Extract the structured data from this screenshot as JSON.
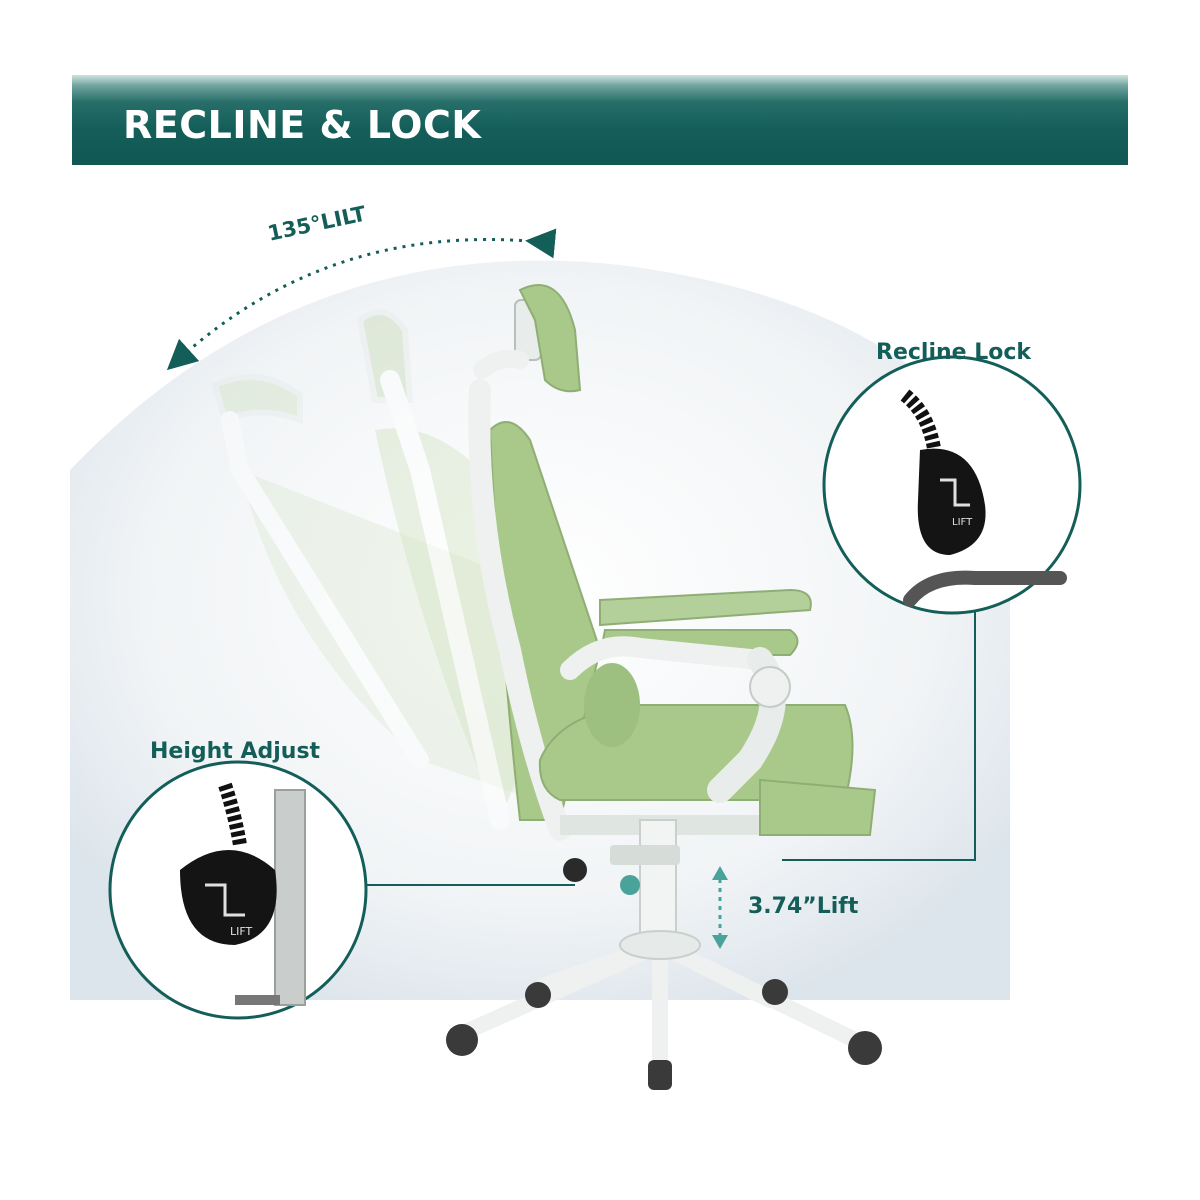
{
  "banner": {
    "title": "RECLINE & LOCK"
  },
  "callouts": {
    "tilt": "135°LILT",
    "recline_lock": "Recline Lock",
    "height_adjust": "Height Adjust",
    "lift": "3.74”Lift"
  },
  "lever_mark": "LIFT",
  "colors": {
    "brand_teal": "#145e59",
    "chair_green": "#a9c98a",
    "frame_white": "#eef1ef",
    "lever_black": "#141414"
  }
}
